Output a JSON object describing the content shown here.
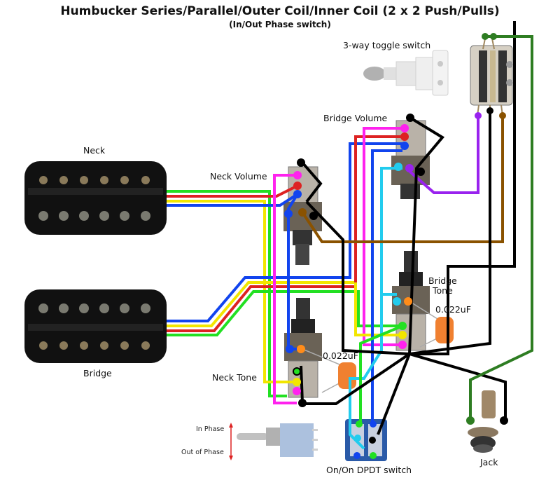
{
  "title": "Humbucker Series/Parallel/Outer Coil/Inner Coil (2 x 2 Push/Pulls)",
  "subtitle": "(In/Out Phase switch)",
  "labels": {
    "toggle": "3-way toggle switch",
    "bridge_volume": "Bridge Volume",
    "neck": "Neck",
    "neck_volume": "Neck Volume",
    "bridge": "Bridge",
    "bridge_tone_1": "Bridge",
    "bridge_tone_2": "Tone",
    "bridge_cap": "0.022uF",
    "neck_cap": "0.022uF",
    "neck_tone": "Neck Tone",
    "in_phase": "In Phase",
    "out_phase": "Out of Phase",
    "dpdt": "On/On DPDT switch",
    "jack": "Jack"
  },
  "components": [
    {
      "name": "Neck humbucker pickup",
      "type": "pickup"
    },
    {
      "name": "Bridge humbucker pickup",
      "type": "pickup"
    },
    {
      "name": "Neck Volume push/pull pot",
      "type": "potentiometer"
    },
    {
      "name": "Bridge Volume push/pull pot",
      "type": "potentiometer"
    },
    {
      "name": "Neck Tone push/pull pot",
      "type": "potentiometer"
    },
    {
      "name": "Bridge Tone push/pull pot",
      "type": "potentiometer"
    },
    {
      "name": "3-way toggle switch",
      "type": "switch"
    },
    {
      "name": "On/On DPDT switch",
      "type": "switch"
    },
    {
      "name": "Jack",
      "type": "output-jack"
    },
    {
      "name": "0.022uF capacitor (neck)",
      "type": "capacitor"
    },
    {
      "name": "0.022uF capacitor (bridge)",
      "type": "capacitor"
    }
  ],
  "colors": {
    "green": "#22e022",
    "red": "#dd2222",
    "yellow": "#f2e600",
    "blue": "#1144ee",
    "magenta": "#ff22ee",
    "cyan": "#22ccee",
    "black": "#000000",
    "purple": "#9922ee",
    "brown": "#8a5200",
    "dark_green": "#2e7d22",
    "orange": "#ff8c1a",
    "phase_arrow": "#dd2222"
  }
}
